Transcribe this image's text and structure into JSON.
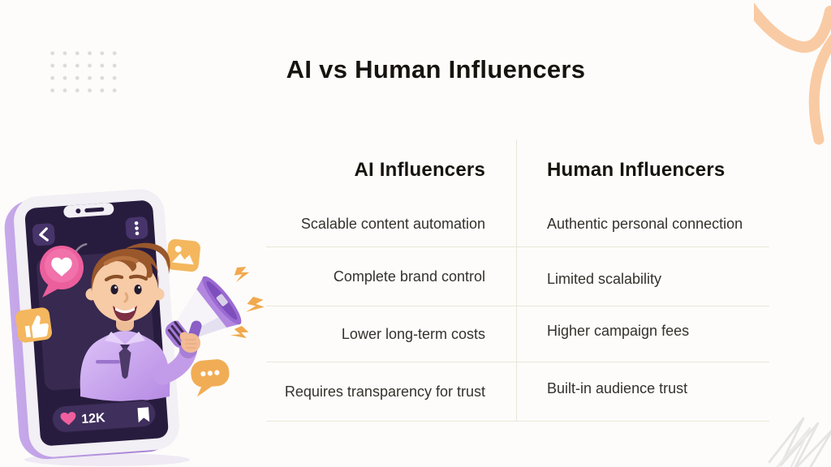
{
  "title": "AI vs Human Influencers",
  "comparison_table": {
    "columns": [
      {
        "header": "AI Influencers",
        "rows": [
          "Scalable content automation",
          "Complete brand control",
          "Lower long-term costs",
          "Requires transparency for trust"
        ]
      },
      {
        "header": "Human Influencers",
        "rows": [
          "Authentic personal connection",
          "Limited scalability",
          "Higher campaign fees",
          "Built-in audience trust"
        ]
      }
    ]
  },
  "illustration": {
    "likes_count": "12K",
    "icons": {
      "back-chevron-icon": "‹",
      "kebab-menu-icon": "⋮ three vertical dots",
      "heart-bubble-icon": "pink speech bubble with white heart",
      "like-heart-icon": "♥",
      "bookmark-icon": "ribbon bookmark",
      "image-icon": "orange photo tile with mountains and sun",
      "thumbs-up-icon": "orange like tile with thumb",
      "chat-dots-icon": "orange speech bubble with three dots",
      "megaphone-icon": "purple and white megaphone",
      "lightning-icon": "three orange bolts"
    }
  },
  "colors": {
    "background": "#fdfcfa",
    "title_text": "#17130e",
    "cell_text": "#35322d",
    "table_line": "#eae6d9",
    "accent_purple": "#a77bd8",
    "screen_purple": "#281c3e",
    "accent_pink": "#ec5f9d",
    "accent_orange": "#f4b75e",
    "corner_peach": "#f9cba4",
    "scribble_gray": "#e4e4e4",
    "dot_grid_gray": "#dbdbdb"
  }
}
